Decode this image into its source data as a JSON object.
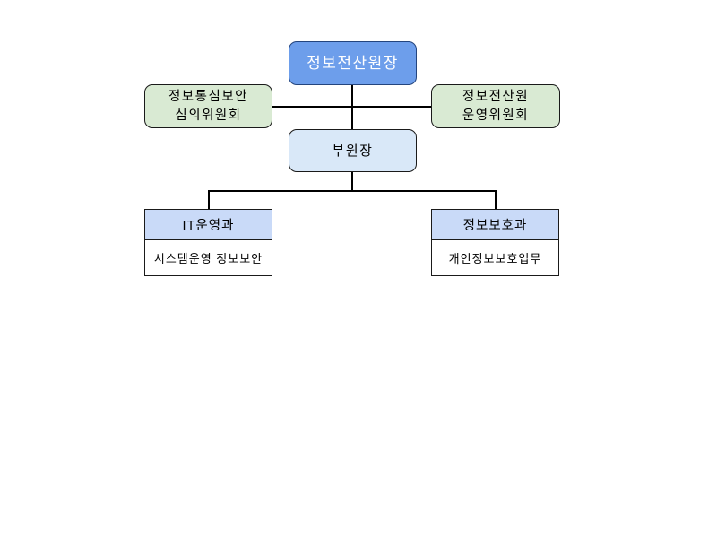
{
  "chart": {
    "type": "org-chart",
    "nodes": {
      "director": {
        "label": "정보전산원장"
      },
      "deliberation_committee": {
        "line1": "정보통심보안",
        "line2": "심의위원회"
      },
      "steering_committee": {
        "line1": "정보전산원",
        "line2": "운영위원회"
      },
      "deputy_director": {
        "label": "부원장"
      },
      "it_operations_dept": {
        "title": "IT운영과",
        "duty": "시스템운영 정보보안"
      },
      "info_protection_dept": {
        "title": "정보보호과",
        "duty": "개인정보보호업무"
      }
    },
    "colors": {
      "director_fill": "#6D9EEB",
      "director_border": "#24457E",
      "director_text": "#FFFFFF",
      "committee_fill": "#D9EAD3",
      "deputy_fill": "#D9E8F8",
      "dept_header_fill": "#C9DAF8",
      "box_border": "#1A1A1A",
      "line_color": "#000000",
      "text_color": "#000000",
      "page_bg": "#FFFFFF"
    }
  }
}
